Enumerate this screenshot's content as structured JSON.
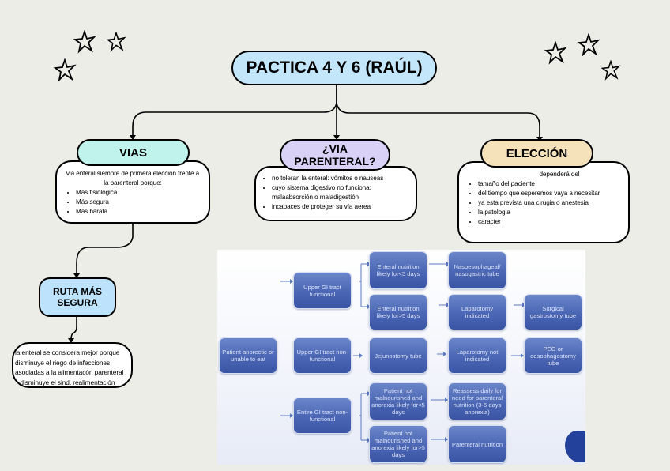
{
  "title": "PACTICA 4 Y 6 (RAÚL)",
  "branches": {
    "vias": {
      "label": "VIAS",
      "intro": "via enteral siempre de primera eleccion frente a la parenteral porque:",
      "items": [
        "Más fisiologica",
        "Más segura",
        "Más barata"
      ]
    },
    "parenteral": {
      "label_line1": "¿VIA",
      "label_line2": "PARENTERAL?",
      "items": [
        "no toleran la enteral: vómitos o nauseas",
        "cuyo sistema digestivo no funciona: malaabsorción o maladigestión",
        "incapaces de proteger su vía aerea"
      ]
    },
    "eleccion": {
      "label": "ELECCIÓN",
      "intro": "dependerá del",
      "items": [
        "tamaño del paciente",
        "del tiempo que esperemos vaya a necesitar",
        "ya esta prevista una cirugia o anestesia",
        "la patologia",
        "caracter"
      ]
    },
    "ruta": {
      "label_line1": "RUTA MÁS",
      "label_line2": "SEGURA",
      "note_lines": [
        "la enteral se considera mejor porque",
        "disminuye el riego de infecciones",
        "asociadas a la alimentacón parenteral",
        "y disminuye el sind. realimentación"
      ]
    }
  },
  "flowchart_image": {
    "boxes": {
      "start": "Patient anorectic or unable to eat",
      "upper_functional": "Upper GI tract functional",
      "upper_nonfunctional": "Upper GI tract non-functional",
      "entire_nonfunctional": "Entire GI tract non-functional",
      "enteral_lt5": "Enteral nutrition likely for<5 days",
      "enteral_gt5": "Enteral nutrition likely for>5 days",
      "jejunostomy": "Jejunostomy tube",
      "not_malnourished_lt5": "Patient not malnourished and anorexia likely for<5 days",
      "not_malnourished_gt5": "Patient not malnourished and anorexia likely for>5 days",
      "nasoesophageal": "Nasoesophageal/ nasogastric tube",
      "laparotomy_indicated": "Laparotomy indicated",
      "laparotomy_not_indicated": "Laparotomy not indicated",
      "reassess": "Reassess daily for need for parenteral nutrition (3-5 days anorexia)",
      "parenteral": "Parenteral nutrition",
      "surgical_gastrostomy": "Surgical gastrostomy tube",
      "peg": "PEG or oesophagostomy tube"
    }
  },
  "colors": {
    "background": "#edede7",
    "title_fill": "#c3e6fb",
    "vias_fill": "#bff3ec",
    "parenteral_fill": "#d9d2f6",
    "eleccion_fill": "#f5e2bb",
    "ruta_fill": "#bde2fb",
    "flow_box": "#4a66b4"
  }
}
